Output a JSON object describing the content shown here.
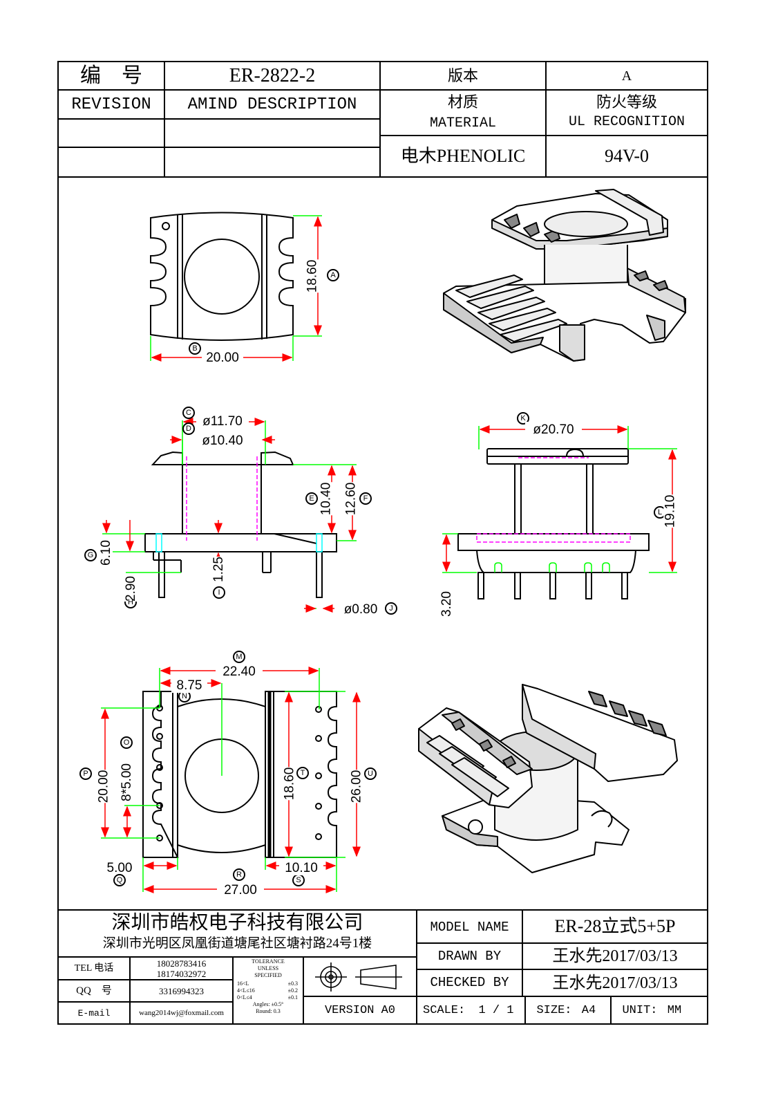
{
  "header": {
    "number_label": "编　号",
    "number_value": "ER-2822-2",
    "version_label": "版本",
    "version_value": "A",
    "revision_label": "REVISION",
    "amend_label": "AMIND DESCRIPTION",
    "material_label_cn": "材质",
    "material_label_en": "MATERIAL",
    "fire_label_cn": "防火等级",
    "fire_label_en": "UL RECOGNITION",
    "material_value": "电木PHENOLIC",
    "fire_value": "94V-0"
  },
  "dimensions": {
    "top_view": {
      "height": "18.60",
      "height_tag": "A",
      "width": "20.00",
      "width_tag": "B"
    },
    "front_view": {
      "d1": "ø11.70",
      "d1_tag": "C",
      "d2": "ø10.40",
      "d2_tag": "D",
      "h1": "10.40",
      "h1_tag": "E",
      "h2": "12.60",
      "h2_tag": "F",
      "h3": "6.10",
      "h3_tag": "G",
      "h4": "2.90",
      "h4_tag": "H",
      "h5": "1.25",
      "h5_tag": "I",
      "pin": "ø0.80",
      "pin_tag": "J"
    },
    "side_view": {
      "d": "ø20.70",
      "d_tag": "K",
      "h": "19.10",
      "h_tag": "L",
      "pin_h": "3.20"
    },
    "bottom_view": {
      "w1": "22.40",
      "w1_tag": "M",
      "w2": "8.75",
      "w2_tag": "N",
      "pitch": "8*5.00",
      "pitch_tag": "O",
      "h1": "20.00",
      "h1_tag": "P",
      "w3": "5.00",
      "w3_tag": "Q",
      "w4": "27.00",
      "w4_tag": "R",
      "w5": "10.10",
      "w5_tag": "S",
      "h2": "18.60",
      "h2_tag": "T",
      "h3": "26.00",
      "h3_tag": "U"
    }
  },
  "title_block": {
    "company_name": "深圳市皓权电子科技有限公司",
    "company_address": "深圳市光明区凤凰街道塘尾社区塘衬路24号1楼",
    "tel_label": "TEL 电话",
    "tel_values": [
      "18028783416",
      "18174032972"
    ],
    "qq_label": "QQ　号",
    "qq_value": "3316994323",
    "email_label": "E-mail",
    "email_value": "wang2014wj@foxmail.com",
    "tolerance_lines": [
      "TOLERANCE",
      "UNLESS",
      "SPECIFIED"
    ],
    "tolerance_rows": [
      {
        "range": "16<L",
        "tol": "±0.3"
      },
      {
        "range": "4<L≤16",
        "tol": "±0.2"
      },
      {
        "range": "0<L≤4",
        "tol": "±0.1"
      }
    ],
    "angles": "Angles: ±0.5°",
    "round": "Round: 0.3",
    "version": "VERSION A0",
    "model_label": "MODEL NAME",
    "model_value": "ER-28立式5+5P",
    "drawn_label": "DRAWN BY",
    "drawn_value": "王水先2017/03/13",
    "checked_label": "CHECKED BY",
    "checked_value": "王水先2017/03/13",
    "scale_label": "SCALE:",
    "scale_value": "1 / 1",
    "size_label": "SIZE:",
    "size_value": "A4",
    "unit_label": "UNIT:",
    "unit_value": "MM"
  },
  "colors": {
    "dim": "#ff0000",
    "ext": "#00ff00",
    "hidden": "#ff00ff",
    "pin": "#00ffff"
  }
}
